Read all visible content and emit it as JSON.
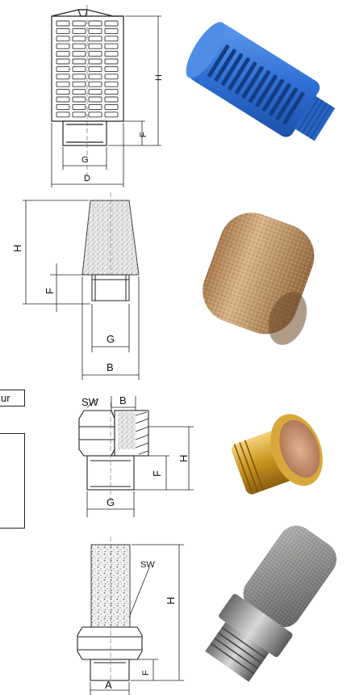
{
  "fragment_text": "ur",
  "products": [
    {
      "name": "plastic-silencer",
      "labels": {
        "H": "H",
        "F": "F",
        "G": "G",
        "D": "D"
      },
      "photo_color": "#2f6fd4"
    },
    {
      "name": "bronze-sintered-silencer",
      "labels": {
        "H": "H",
        "F": "F",
        "G": "G",
        "B": "B"
      },
      "photo_color": "#c49a6c"
    },
    {
      "name": "brass-silencer",
      "labels": {
        "SW": "SW",
        "B": "B",
        "H": "H",
        "F": "F",
        "G": "G"
      },
      "photo_color": "#d4a53a"
    },
    {
      "name": "steel-sintered-silencer",
      "labels": {
        "SW": "SW",
        "H": "H",
        "F": "F",
        "A": "A"
      },
      "photo_color": "#8a8a88"
    }
  ]
}
